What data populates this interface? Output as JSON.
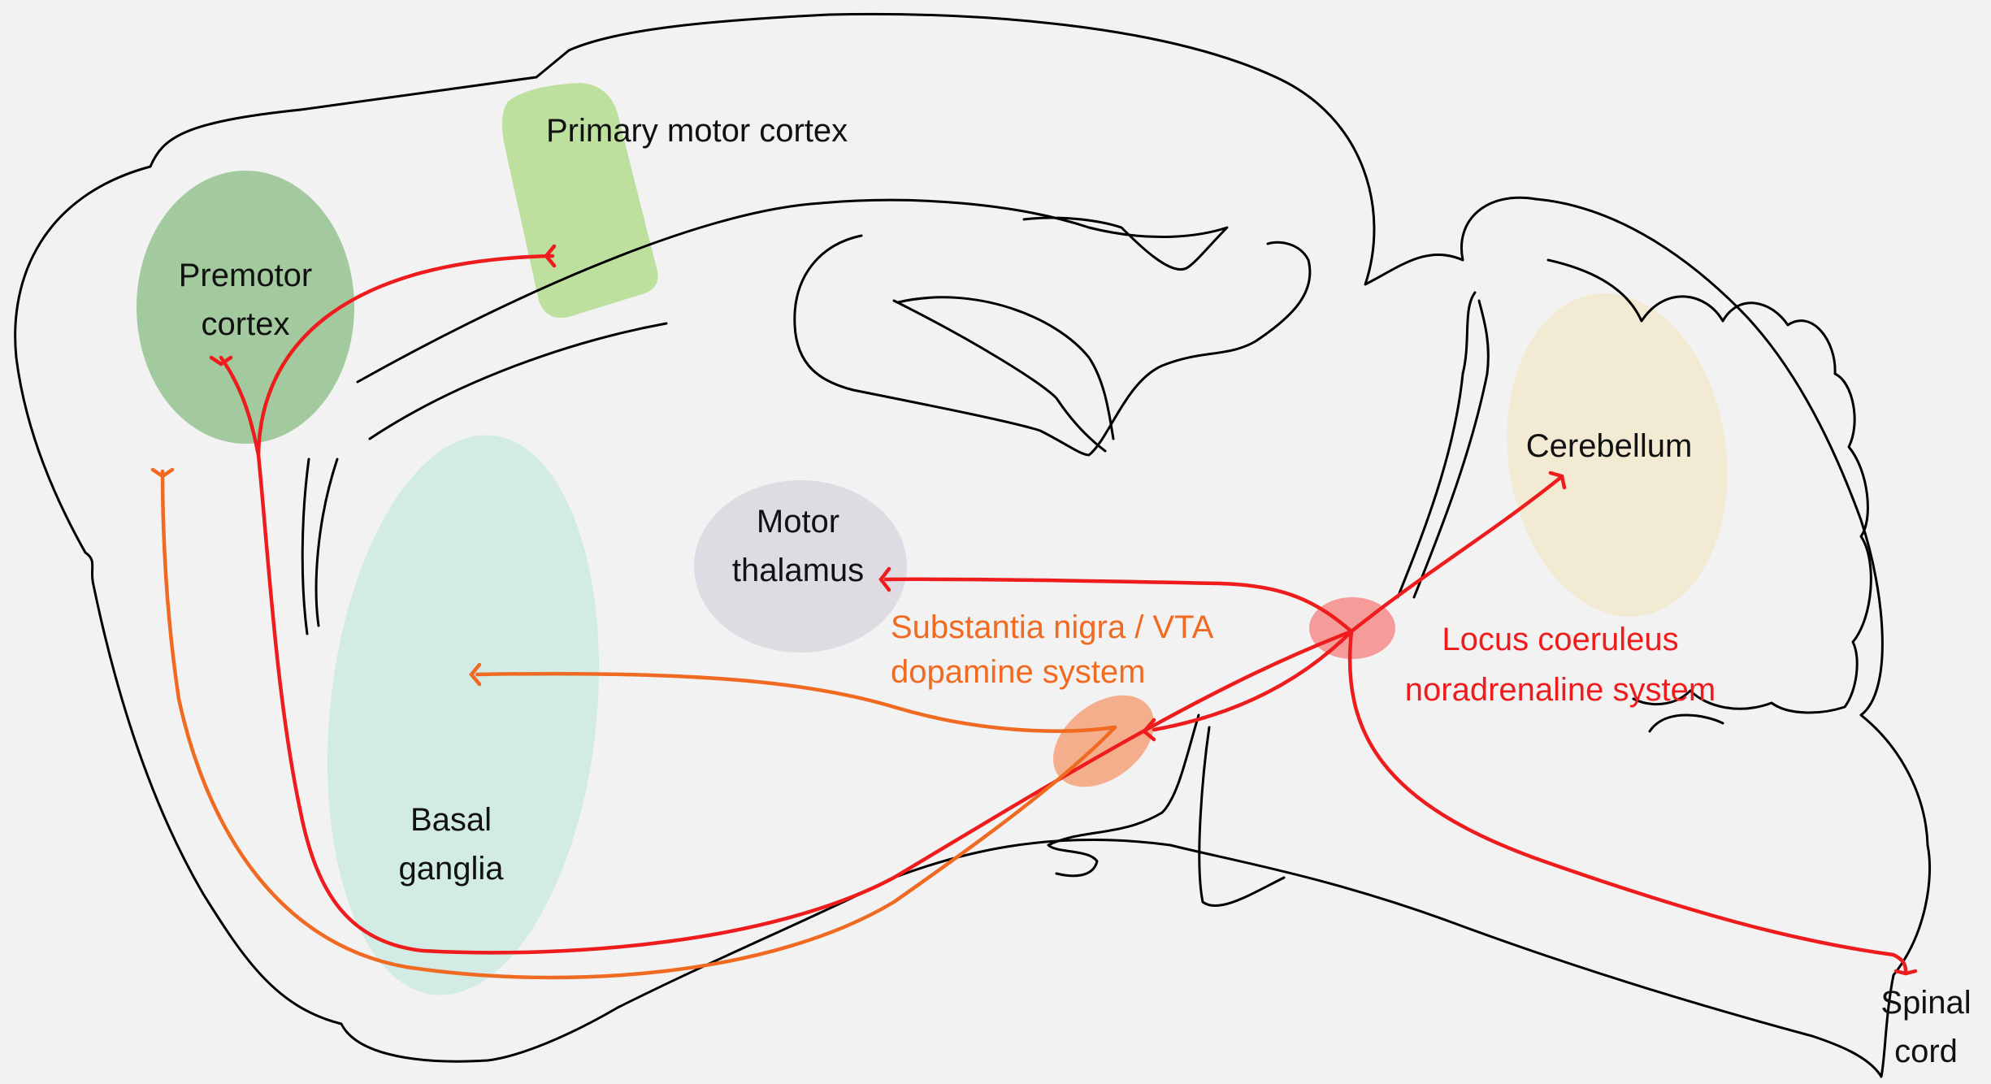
{
  "labels": {
    "primary_motor_cortex": "Primary motor cortex",
    "premotor_1": "Premotor",
    "premotor_2": "cortex",
    "motor_thalamus_1": "Motor",
    "motor_thalamus_2": "thalamus",
    "substantia_nigra_1": "Substantia nigra / VTA",
    "substantia_nigra_2": "dopamine system",
    "locus_coeruleus_1": "Locus coeruleus",
    "locus_coeruleus_2": "noradrenaline system",
    "cerebellum": "Cerebellum",
    "basal_ganglia_1": "Basal",
    "basal_ganglia_2": "ganglia",
    "spinal_cord_1": "Spinal",
    "spinal_cord_2": "cord"
  },
  "colors": {
    "background": "#f2f2f2",
    "outline": "#000000",
    "noradrenaline_pathway": "#ee1c1c",
    "dopamine_pathway": "#f06a22",
    "premotor_region": "#a3ca9e",
    "primary_motor_region": "#bde09f",
    "basal_ganglia_region": "#d2ece5",
    "motor_thalamus_region": "#dedbe2",
    "cerebellum_region": "#f3ead4",
    "substantia_nigra_region": "#f5ae8c",
    "locus_coeruleus_region": "#f59c9a"
  }
}
